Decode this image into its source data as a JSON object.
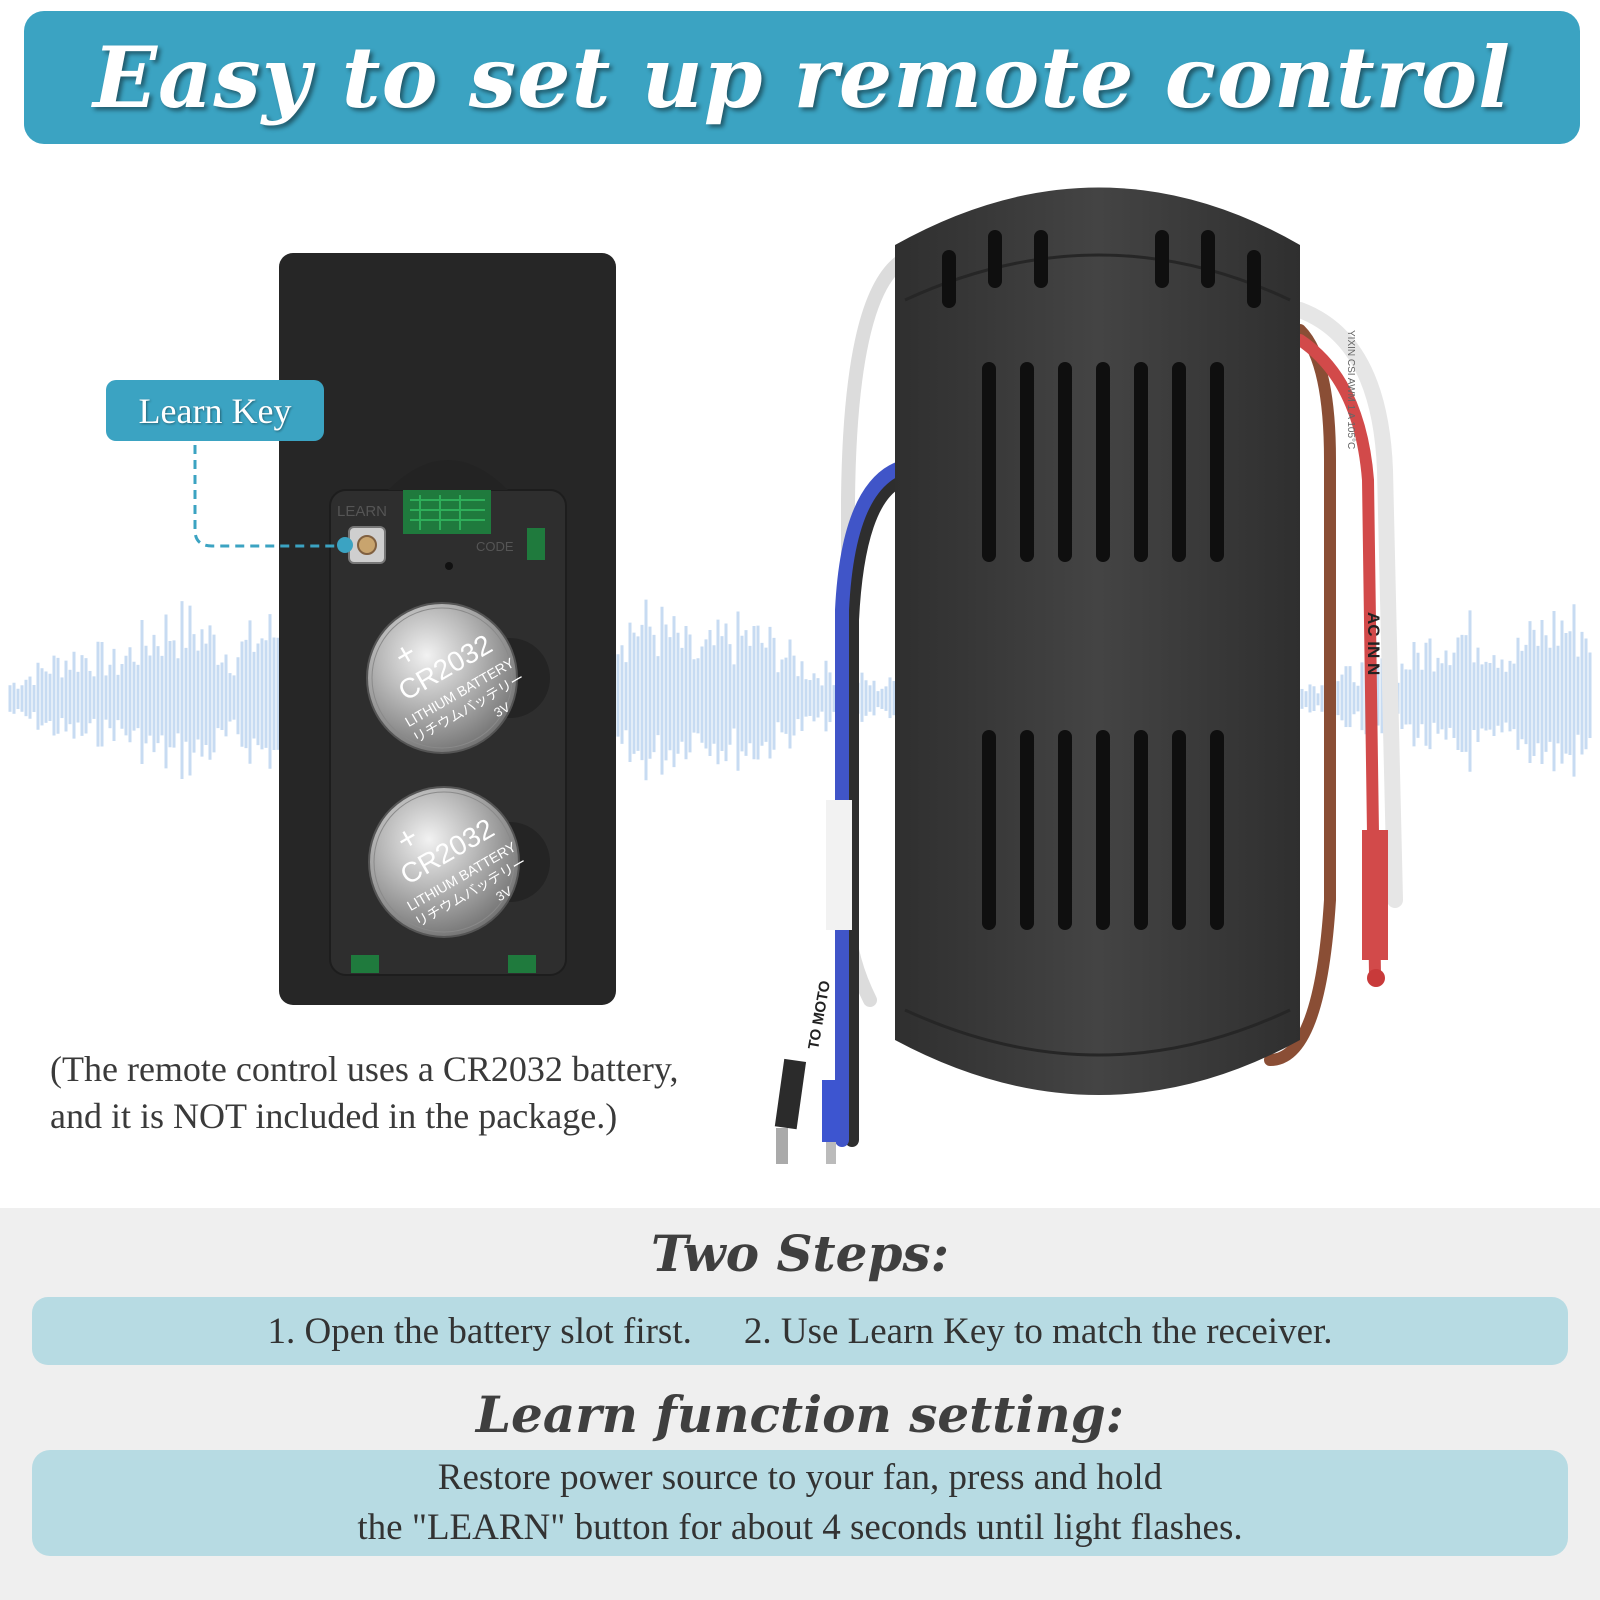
{
  "banner": {
    "title": "Easy to set up remote control"
  },
  "remote": {
    "learn_key_label": "Learn Key",
    "pcb_learn_text": "LEARN",
    "pcb_code_text": "CODE",
    "battery": {
      "plus": "+",
      "model": "CR2032",
      "line1": "LITHIUM BATTERY",
      "line2": "リチウムバッテリー",
      "voltage": "3V"
    }
  },
  "receiver": {
    "wire_label_ac": "AC IN N",
    "wire_label_motor": "TO MOTO",
    "wire_print": "YIXIN  CSI  AWM  1  A  105°C"
  },
  "battery_note": {
    "line1": "(The remote control uses a CR2032 battery,",
    "line2": "and it is NOT included in the package.)"
  },
  "steps": {
    "heading": "Two Steps:",
    "step1": "1. Open the battery slot first.",
    "step2": "2. Use Learn Key to match the receiver."
  },
  "learn_setting": {
    "heading": "Learn function setting:",
    "line1": "Restore power source to your fan, press and hold",
    "line2": "the \"LEARN\" button for about 4 seconds until light flashes."
  },
  "colors": {
    "accent": "#3ba3c2",
    "panel": "#efefef",
    "info_bar": "#b7dbe3",
    "device_body": "#3a3a3a",
    "wave": "#c7dbf2"
  }
}
